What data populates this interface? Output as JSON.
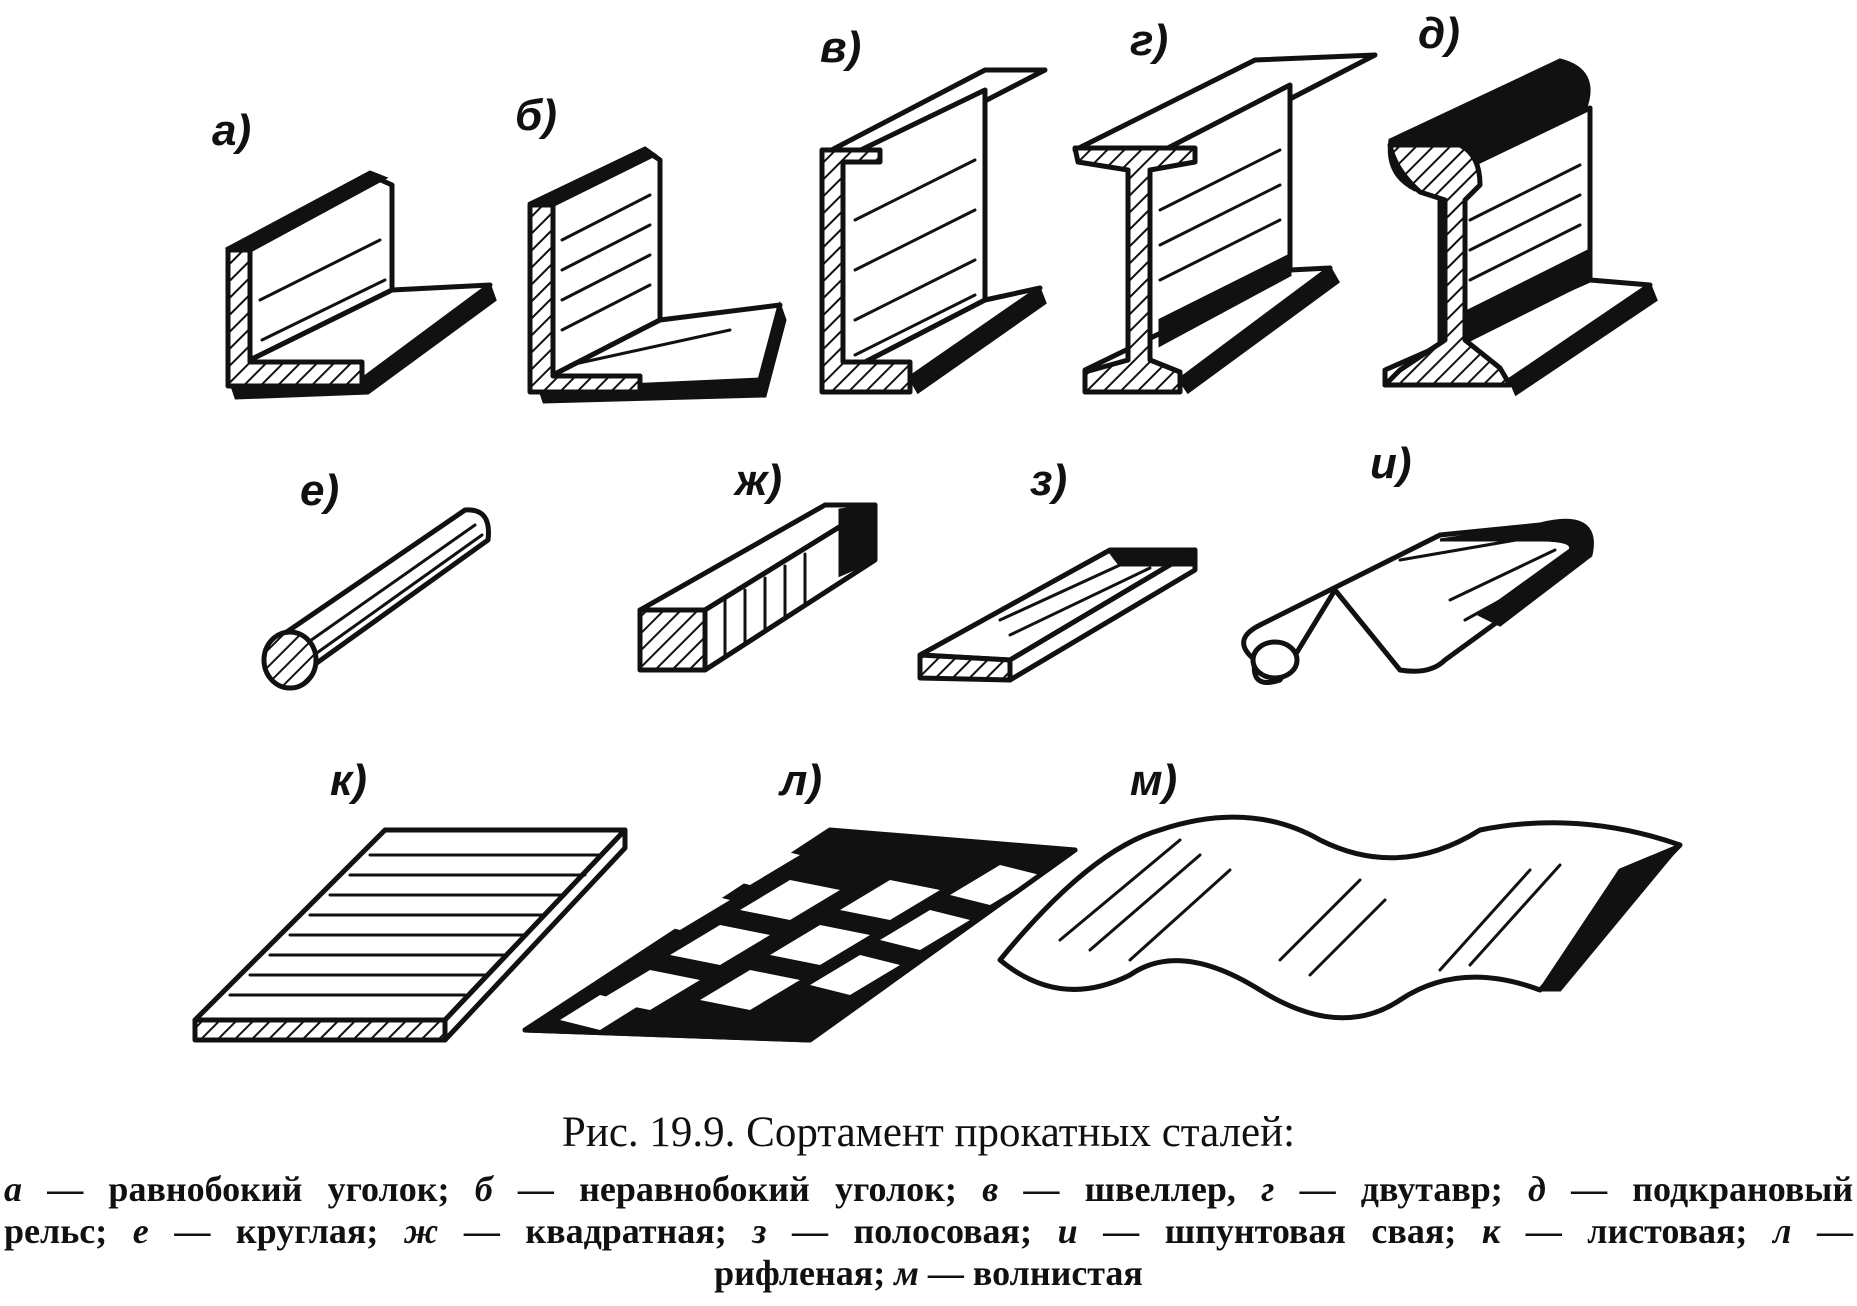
{
  "figure": {
    "labels": {
      "a": "а)",
      "b": "б)",
      "v": "в)",
      "g": "г)",
      "d": "д)",
      "e": "е)",
      "zh": "ж)",
      "z": "з)",
      "i": "и)",
      "k": "к)",
      "l": "л)",
      "m": "м)"
    }
  },
  "caption": {
    "title": "Рис. 19.9. Сортамент прокатных сталей:",
    "items": [
      {
        "letter": "а",
        "text": "равнобокий уголок;"
      },
      {
        "letter": "б",
        "text": "неравнобокий уголок;"
      },
      {
        "letter": "в",
        "text": "швеллер,"
      },
      {
        "letter": "г",
        "text": "двутавр;"
      },
      {
        "letter": "д",
        "text": "подкрановый рельс;"
      },
      {
        "letter": "е",
        "text": "круглая;"
      },
      {
        "letter": "ж",
        "text": "квадратная;"
      },
      {
        "letter": "з",
        "text": "полосовая;"
      },
      {
        "letter": "и",
        "text": "шпунтовая свая;"
      },
      {
        "letter": "к",
        "text": "листовая;"
      },
      {
        "letter": "л",
        "text": "рифленая;"
      },
      {
        "letter": "м",
        "text": "волнистая"
      }
    ]
  }
}
